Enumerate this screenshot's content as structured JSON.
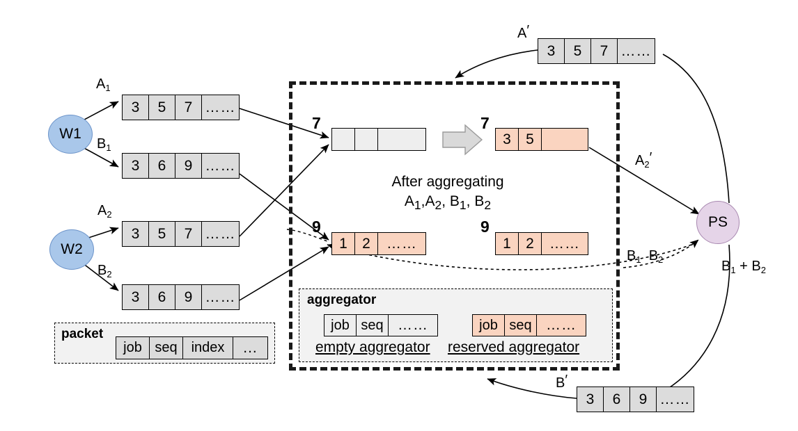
{
  "diagram": {
    "title": "In-network aggregation dataflow",
    "colors": {
      "worker_fill": "#a9c7ea",
      "ps_fill": "#e5d4e8",
      "packet_fill": "#dcdcdc",
      "reserved_fill": "#fad4c0",
      "empty_fill": "#eeeeee",
      "switch_border": "#1a1a1a"
    }
  },
  "nodes": {
    "worker1": "W1",
    "worker2": "W2",
    "ps": "PS"
  },
  "edge_labels": {
    "a1": "A",
    "a1_sub": "1",
    "b1": "B",
    "b1_sub": "1",
    "a2": "A",
    "a2_sub": "2",
    "b2": "B",
    "b2_sub": "2",
    "a_prime": "A",
    "b_prime": "B",
    "a2_prime": "A",
    "a2_prime_sub": "2",
    "b1b2": "B",
    "b1b2_sub1": "1",
    "b1b2_b": "B",
    "b1b2_sub2": "2",
    "b1_plus_b2": "B",
    "b1_plus_b2_sub1": "1",
    "b1_plus_b2_op": " + B",
    "b1_plus_b2_sub2": "2"
  },
  "streams": {
    "a1_cells": [
      "3",
      "5",
      "7",
      "……"
    ],
    "b1_cells": [
      "3",
      "6",
      "9",
      "……"
    ],
    "a2_cells": [
      "3",
      "5",
      "7",
      "……"
    ],
    "b2_cells": [
      "3",
      "6",
      "9",
      "……"
    ],
    "a_prime_cells": [
      "3",
      "5",
      "7",
      "……"
    ],
    "b_prime_cells": [
      "3",
      "6",
      "9",
      "……"
    ]
  },
  "switch": {
    "slot7_label": "7",
    "slot9_label": "9",
    "slot7_before_cells": [
      "",
      "",
      ""
    ],
    "slot9_before_cells": [
      "1",
      "2",
      "……"
    ],
    "slot7_after_label": "7",
    "slot9_after_label": "9",
    "slot7_after_cells": [
      "3",
      "5",
      ""
    ],
    "slot9_after_cells": [
      "1",
      "2",
      "……"
    ],
    "transition_line1": "After aggregating",
    "transition_line2_parts": [
      "A",
      "1",
      ",A",
      "2",
      ", B",
      "1",
      ", B",
      "2"
    ],
    "aggregator_title": "aggregator",
    "empty_aggregator_cells": [
      "job",
      "seq",
      "……"
    ],
    "reserved_aggregator_cells": [
      "job",
      "seq",
      "……"
    ],
    "empty_aggregator_caption": "empty aggregator",
    "reserved_aggregator_caption": "reserved aggregator"
  },
  "packet_legend": {
    "title": "packet",
    "cells": [
      "job",
      "seq",
      "index",
      "..."
    ]
  }
}
